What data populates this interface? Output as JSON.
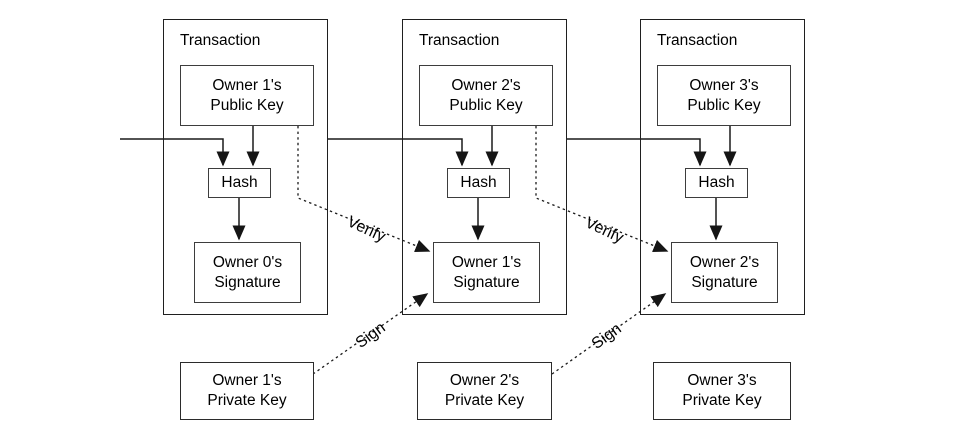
{
  "figure": {
    "transactions": [
      {
        "title": "Transaction",
        "public_key": {
          "line1": "Owner 1's",
          "line2": "Public Key"
        },
        "hash_label": "Hash",
        "signature": {
          "line1": "Owner 0's",
          "line2": "Signature"
        }
      },
      {
        "title": "Transaction",
        "public_key": {
          "line1": "Owner 2's",
          "line2": "Public Key"
        },
        "hash_label": "Hash",
        "signature": {
          "line1": "Owner 1's",
          "line2": "Signature"
        }
      },
      {
        "title": "Transaction",
        "public_key": {
          "line1": "Owner 3's",
          "line2": "Public Key"
        },
        "hash_label": "Hash",
        "signature": {
          "line1": "Owner 2's",
          "line2": "Signature"
        }
      }
    ],
    "private_keys": [
      {
        "line1": "Owner 1's",
        "line2": "Private Key"
      },
      {
        "line1": "Owner 2's",
        "line2": "Private Key"
      },
      {
        "line1": "Owner 3's",
        "line2": "Private Key"
      }
    ],
    "connector_labels": {
      "verify_1": "Verify",
      "verify_2": "Verify",
      "sign_1": "Sign",
      "sign_2": "Sign"
    },
    "colors": {
      "background": "#ffffff",
      "line": "#1a1a1a",
      "box_border": "#2b2b2b",
      "text": "#000000"
    }
  }
}
